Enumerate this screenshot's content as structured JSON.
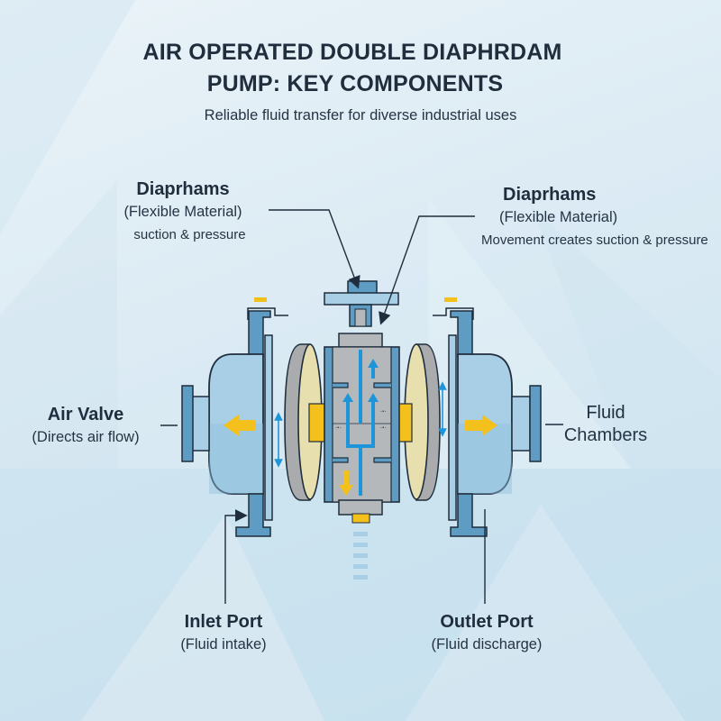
{
  "header": {
    "title_line1": "AIR OPERATED DOUBLE DIAPHRDAM",
    "title_line2": "PUMP: KEY COMPONENTS",
    "subtitle": "Reliable fluid transfer for diverse industrial uses"
  },
  "callouts": {
    "diaphragms_left": {
      "title": "Diaprhams",
      "line1": "(Flexible Material)",
      "line2": "suction & pressure"
    },
    "diaphragms_right": {
      "title": "Diaprhams",
      "line1": "(Flexible Material)",
      "line2": "Movement creates suction & pressure"
    },
    "air_valve": {
      "title": "Air Valve",
      "line1": "(Directs air flow)"
    },
    "fluid_chambers": {
      "title": "Fluid",
      "line1": "Chambers"
    },
    "inlet_port": {
      "title": "Inlet Port",
      "line1": "(Fluid intake)"
    },
    "outlet_port": {
      "title": "Outlet Port",
      "line1": "(Fluid discharge)"
    }
  },
  "colors": {
    "background": "#dcebf4",
    "outline": "#1f2d3d",
    "chamber_blue": "#a8cfe6",
    "frame_blue": "#5f9cc4",
    "body_gray": "#b5b8bb",
    "diaphragm_cream": "#e8dfae",
    "flow_blue": "#1e95d8",
    "accent_yellow": "#f4c01c"
  }
}
